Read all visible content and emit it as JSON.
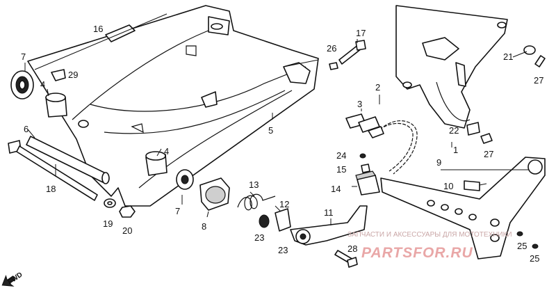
{
  "diagram": {
    "part_numbers": {
      "p1": "1",
      "p2": "2",
      "p3": "3",
      "p4": "4",
      "p5": "5",
      "p6": "6",
      "p7": "7",
      "p8": "8",
      "p9": "9",
      "p10": "10",
      "p11": "11",
      "p12": "12",
      "p13": "13",
      "p14": "14",
      "p15": "15",
      "p16": "16",
      "p17": "17",
      "p18": "18",
      "p19": "19",
      "p20": "20",
      "p21": "21",
      "p22": "22",
      "p23": "23",
      "p24": "24",
      "p25": "25",
      "p26": "26",
      "p27": "27",
      "p28": "28",
      "p29": "29"
    },
    "fwd_label": "FWD",
    "watermark_line": "ЗАПЧАСТИ И АКСЕССУАРЫ ДЛЯ МОТОТЕХНИКИ",
    "watermark_brand": "PARTSFOR.RU"
  }
}
